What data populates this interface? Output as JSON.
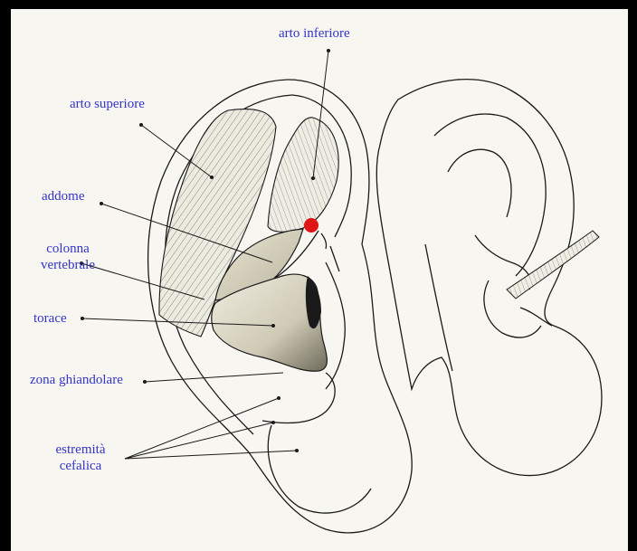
{
  "colors": {
    "label_text": "#3434c8",
    "line": "#1a1a1a",
    "point_marker": "#e01515",
    "background": "#f7f6f1",
    "frame": "#000000"
  },
  "labels": {
    "arto_inferiore": "arto inferiore",
    "arto_superiore": "arto superiore",
    "addome": "addome",
    "colonna_line1": "colonna",
    "colonna_line2": "vertebrale",
    "torace": "torace",
    "zona_ghiandolare": "zona ghiandolare",
    "estremita_line1": "estremità",
    "estremita_line2": "cefalica"
  }
}
